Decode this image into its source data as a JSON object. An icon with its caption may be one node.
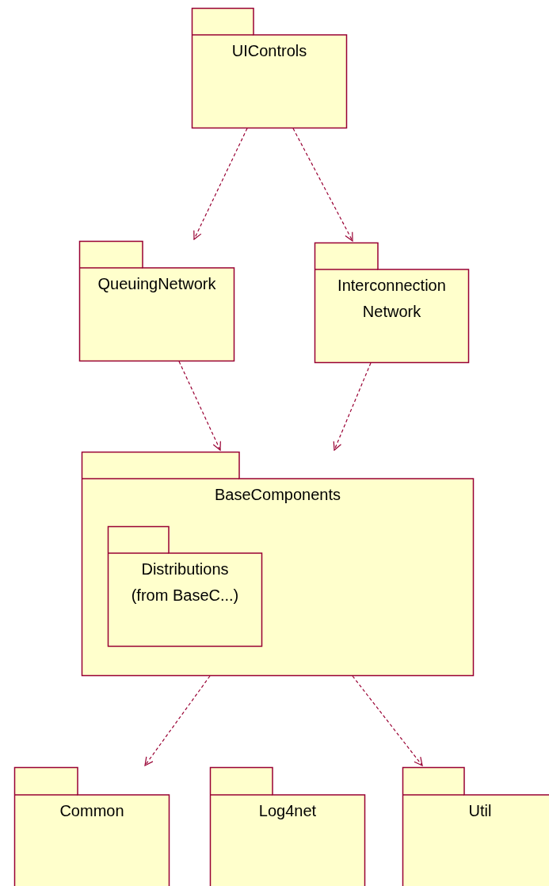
{
  "diagram": {
    "nodes": [
      {
        "text": [
          "UIControls"
        ]
      },
      {
        "text": [
          "QueuingNetwork"
        ]
      },
      {
        "text": [
          "Interconnection Network"
        ]
      },
      {
        "text": [
          "BaseComponents"
        ]
      },
      {
        "text": [
          "Distributions",
          "(from BaseC...)"
        ],
        "in": 3
      },
      {
        "text": [
          "Common"
        ]
      },
      {
        "text": [
          "Log4net"
        ]
      },
      {
        "text": [
          "Util"
        ]
      }
    ],
    "edges": [
      {
        "from": 0,
        "to": 1,
        "arrow": "to",
        "style": "dashed"
      },
      {
        "from": 0,
        "to": 2,
        "arrow": "to",
        "style": "dashed"
      },
      {
        "from": 1,
        "to": 3,
        "arrow": "to",
        "style": "dashed"
      },
      {
        "from": 2,
        "to": 3,
        "arrow": "to",
        "style": "dashed"
      },
      {
        "from": 3,
        "to": 5,
        "arrow": "to",
        "style": "dashed"
      },
      {
        "from": 3,
        "to": 7,
        "arrow": "to",
        "style": "dashed"
      }
    ]
  }
}
